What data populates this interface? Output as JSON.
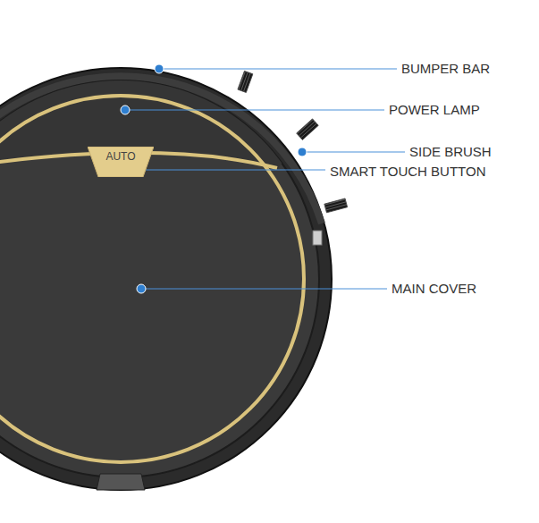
{
  "diagram": {
    "nodes": [
      {
        "text": [
          "AUTO"
        ]
      }
    ],
    "labels": [
      "BUMPER BAR",
      "POWER LAMP",
      "SIDE BRUSH",
      "SMART TOUCH BUTTON",
      "MAIN COVER"
    ]
  }
}
